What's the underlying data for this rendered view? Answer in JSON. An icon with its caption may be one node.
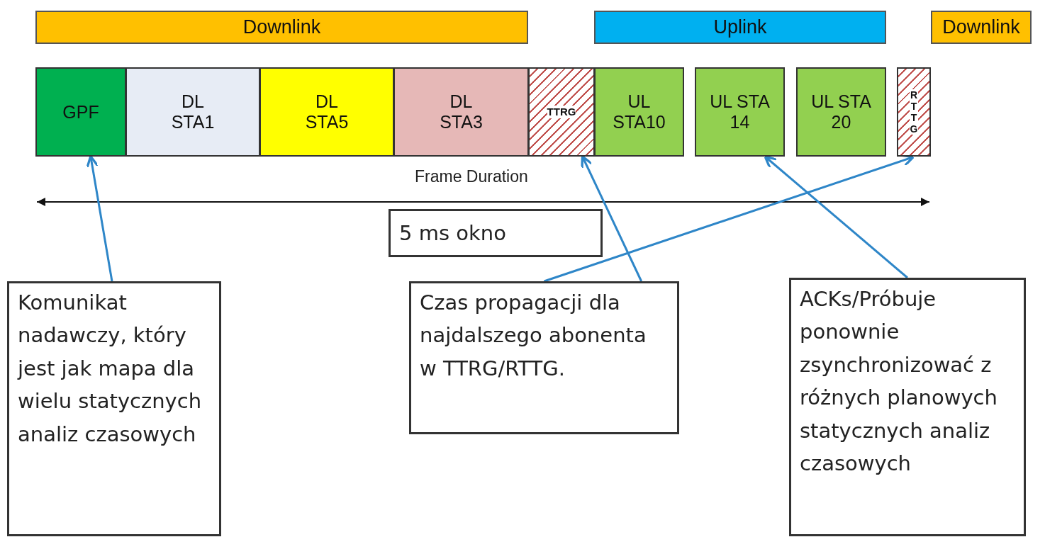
{
  "diagram": {
    "nodes": [
      {
        "text": [
          "Downlink"
        ]
      },
      {
        "text": [
          "Uplink"
        ]
      },
      {
        "text": [
          "Downlink"
        ]
      },
      {
        "text": [
          "GPF"
        ]
      },
      {
        "text": [
          "DL STA1"
        ]
      },
      {
        "text": [
          "DL STA5"
        ]
      },
      {
        "text": [
          "DL STA3"
        ]
      },
      {
        "text": [
          "TTRG"
        ]
      },
      {
        "text": [
          "UL STA10"
        ]
      },
      {
        "text": [
          "UL STA 14"
        ]
      },
      {
        "text": [
          "UL STA 20"
        ]
      },
      {
        "text": [
          "RTTG"
        ]
      },
      {
        "text": [
          "5 ms okno"
        ]
      },
      {
        "text": [
          "Komunikat nadawczy, który jest jak mapa dla wielu statycznych analiz czasowych"
        ]
      },
      {
        "text": [
          "Czas propagacji dla najdalszego abonenta w TTRG/RTTG."
        ]
      },
      {
        "text": [
          "ACKs/Próbuje ponownie zsynchronizować z różnych planowych statycznych analiz czasowych"
        ]
      }
    ],
    "edges": [
      {
        "from": 13,
        "to": 3,
        "arrow": "to"
      },
      {
        "from": 14,
        "to": 7,
        "arrow": "to"
      },
      {
        "from": 14,
        "to": 11,
        "arrow": "to"
      },
      {
        "from": 15,
        "to": 9,
        "arrow": "to"
      }
    ],
    "labels": [
      "Frame Duration"
    ]
  }
}
